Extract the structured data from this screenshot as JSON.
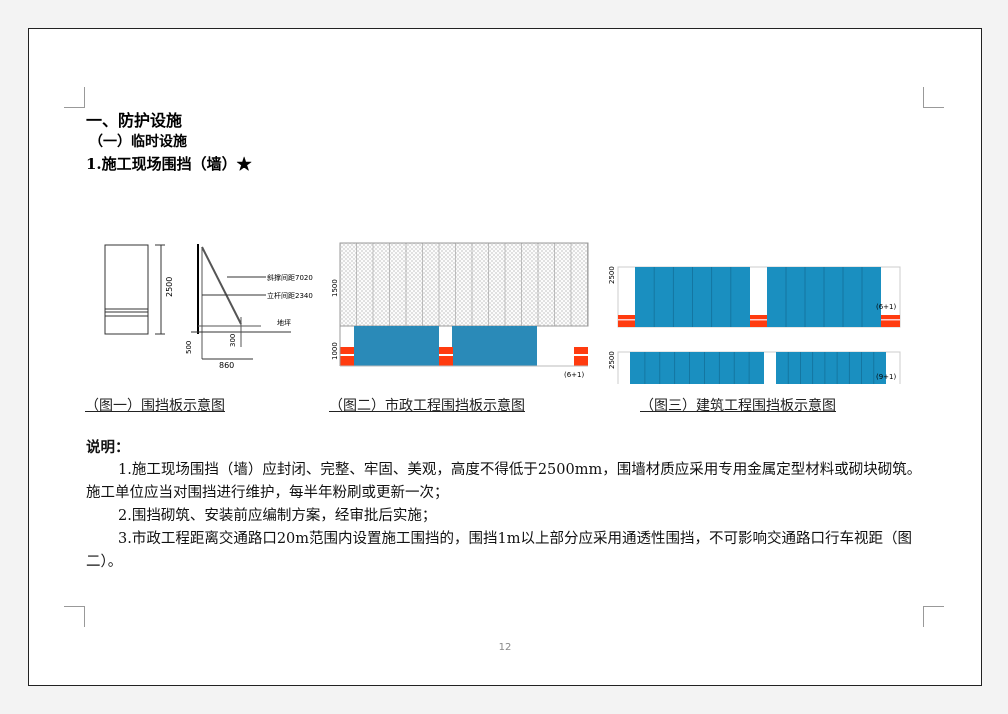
{
  "heading1": "一、防护设施",
  "heading2": "（一）临时设施",
  "heading3": "1.施工现场围挡（墙）★",
  "figures": [
    {
      "caption": "（图一）围挡板示意图",
      "labels": {
        "height": "2500",
        "brace": "斜撑间距7020",
        "post": "立杆间距2340",
        "ground": "地坪",
        "depth": "500",
        "depth2": "300",
        "width": "860"
      }
    },
    {
      "caption": "（图二）市政工程围挡板示意图",
      "labels": {
        "upper": "1500",
        "lower": "1000",
        "spec": "(6+1)"
      }
    },
    {
      "caption": "（图三）建筑工程围挡板示意图",
      "labels": {
        "top_height": "2500",
        "top_spec": "(6+1)",
        "bottom_height": "2500",
        "bottom_spec": "(9+1)"
      }
    }
  ],
  "notes": {
    "title": "说明：",
    "items": [
      "1.施工现场围挡（墙）应封闭、完整、牢固、美观，高度不得低于2500mm，围墙材质应采用专用金属定型材料或砌块砌筑。施工单位应当对围挡进行维护，每半年粉刷或更新一次；",
      "2.围挡砌筑、安装前应编制方案，经审批后实施；",
      "3.市政工程距离交通路口20m范围内设置施工围挡的，围挡1m以上部分应采用通透性围挡，不可影响交通路口行车视距（图二）。"
    ]
  },
  "page_number": "12",
  "colors": {
    "panel": "#1a8fc0",
    "stripe": "#ff3b0f"
  }
}
